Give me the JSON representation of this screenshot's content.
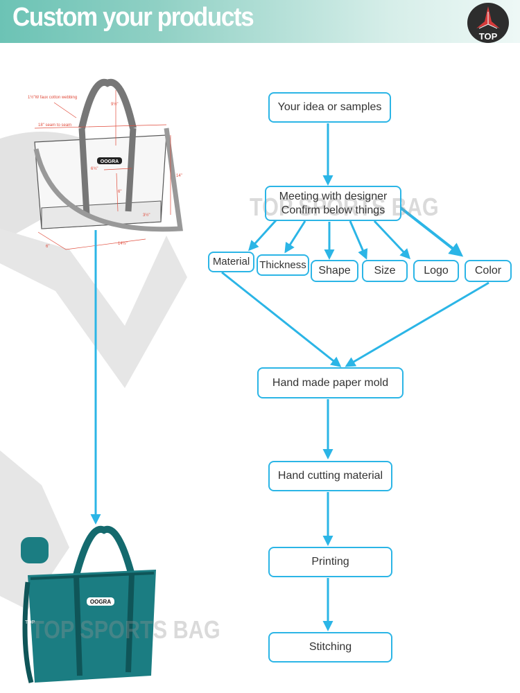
{
  "header": {
    "title": "Custom your products",
    "logo_text": "TOP"
  },
  "watermark": "TOP SPORTS BAG",
  "sketch": {
    "brand": "OOGRA",
    "labels": [
      "1½\"W faux cotton webbing",
      "9½\"",
      "18\" seam to seam",
      "6¾\"",
      "6\"",
      "3½\"",
      "14\"",
      "6\"",
      "14½\""
    ]
  },
  "product": {
    "brand": "OOGRA",
    "strap_text": "TOP"
  },
  "flow": {
    "start": "Your idea or samples",
    "meeting_line1": "Meeting with designer",
    "meeting_line2": "Confirm below things",
    "options": [
      "Material",
      "Thickness",
      "Shape",
      "Size",
      "Logo",
      "Color"
    ],
    "steps": [
      "Hand made paper mold",
      "Hand cutting material",
      "Printing",
      "Stitching"
    ]
  },
  "colors": {
    "accent": "#2bb5e6",
    "header": "#6cc3b5",
    "product": "#1b7d82",
    "dimension": "#e04a3a"
  }
}
